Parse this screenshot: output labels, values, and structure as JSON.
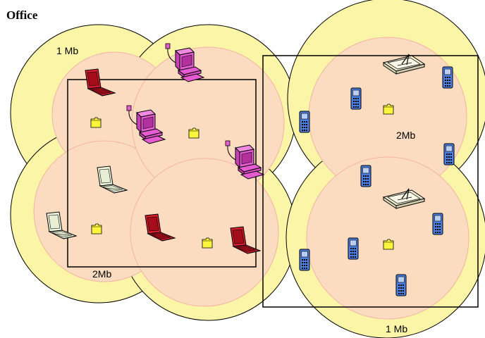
{
  "title": "Office",
  "labels": {
    "bandwidth_outer_left": "1 Mb",
    "bandwidth_inner_left": "2Mb",
    "bandwidth_inner_right": "2Mb",
    "bandwidth_outer_right": "1 Mb"
  },
  "colors": {
    "outer_ring": "#fbf5a8",
    "inner_ring": "#fbdcc0",
    "circle_stroke": "#000000",
    "inner_stroke": "#f5b2a6",
    "laptop_red": "#d81e2e",
    "laptop_outline": "#f1f7e1",
    "desktop_magenta": "#e55bd0",
    "folder_yellow": "#fbf53b",
    "phone_blue": "#4a7fe0",
    "access_point": "#f1eecf"
  },
  "icons": {
    "laptop": "laptop-icon",
    "desktop": "desktop-computer-icon",
    "folder": "folder-icon",
    "phone": "mobile-phone-icon",
    "access_point": "access-point-icon"
  }
}
